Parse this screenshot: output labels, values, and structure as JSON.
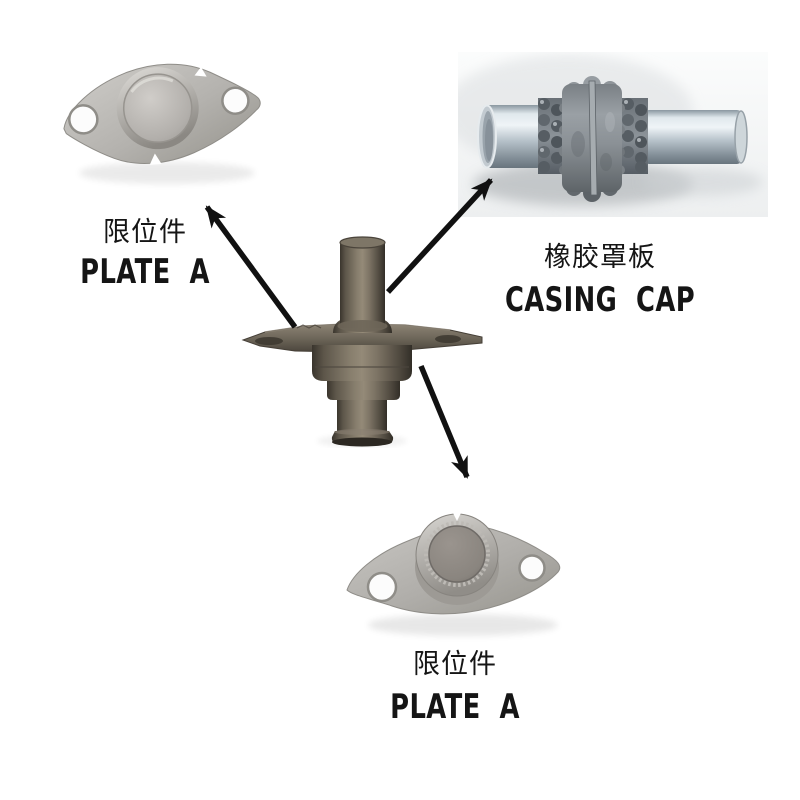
{
  "diagram": {
    "callouts": {
      "plate_top": {
        "label_cn": "限位件",
        "label_en": "PLATE  A"
      },
      "casing_cap": {
        "label_cn": "橡胶罩板",
        "label_en": "CASING  CAP"
      },
      "plate_bottom": {
        "label_cn": "限位件",
        "label_en": "PLATE  A"
      }
    },
    "arrows": [
      {
        "name": "arrow-to-plate-a-top",
        "points_to": "plate_top"
      },
      {
        "name": "arrow-to-casing-cap",
        "points_to": "casing_cap"
      },
      {
        "name": "arrow-to-plate-a-bottom",
        "points_to": "plate_bottom"
      }
    ],
    "colors": {
      "background": "#ffffff",
      "text": "#151515",
      "arrow": "#111111",
      "plate_metal": "#b3b1ad",
      "assembly_metal": "#6b6457",
      "casing_metal": "#b9c3ca",
      "photo_backdrop": "#edeff0"
    }
  }
}
